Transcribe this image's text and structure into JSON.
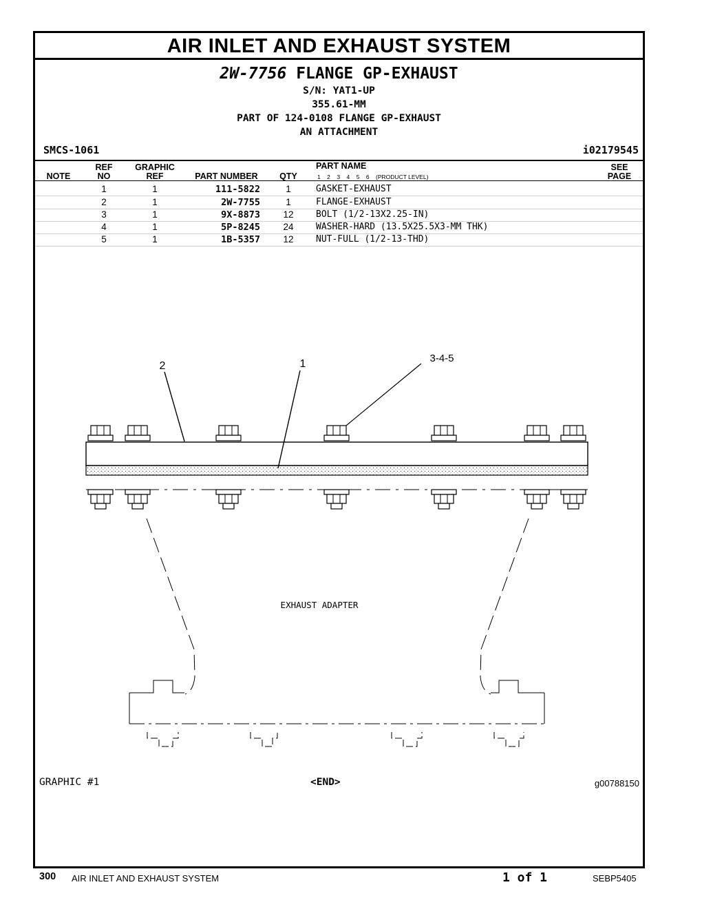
{
  "header": {
    "title": "AIR INLET AND EXHAUST SYSTEM",
    "part_number": "2W-7756",
    "part_desc": "FLANGE GP-EXHAUST",
    "serial": "S/N: YAT1-UP",
    "size": "355.61-MM",
    "part_of": "PART OF 124-0108 FLANGE GP-EXHAUST",
    "attachment": "AN ATTACHMENT",
    "smcs": "SMCS-1061",
    "illustration_id": "i02179545"
  },
  "table": {
    "headers": {
      "note": "NOTE",
      "ref_top": "REF",
      "ref_bottom": "NO",
      "gref_top": "GRAPHIC",
      "gref_bottom": "REF",
      "part_number": "PART NUMBER",
      "qty": "QTY",
      "part_name": "PART NAME",
      "levels": "1    2    3    4    5    6    (PRODUCT LEVEL)",
      "see_top": "SEE",
      "see_bottom": "PAGE"
    },
    "rows": [
      {
        "ref": "1",
        "gref": "1",
        "pn": "111-5822",
        "qty": "1",
        "name": "GASKET-EXHAUST"
      },
      {
        "ref": "2",
        "gref": "1",
        "pn": "2W-7755",
        "qty": "1",
        "name": "FLANGE-EXHAUST"
      },
      {
        "ref": "3",
        "gref": "1",
        "pn": "9X-8873",
        "qty": "12",
        "name": "BOLT (1/2-13X2.25-IN)"
      },
      {
        "ref": "4",
        "gref": "1",
        "pn": "5P-8245",
        "qty": "24",
        "name": "WASHER-HARD (13.5X25.5X3-MM THK)"
      },
      {
        "ref": "5",
        "gref": "1",
        "pn": "1B-5357",
        "qty": "12",
        "name": "NUT-FULL (1/2-13-THD)"
      }
    ]
  },
  "graphic": {
    "callout_2": "2",
    "callout_1": "1",
    "callout_345": "3-4-5",
    "adapter_label": "EXHAUST ADAPTER",
    "label": "GRAPHIC #1",
    "end": "<END>",
    "id": "g00788150"
  },
  "footer": {
    "page": "300",
    "section": "AIR INLET AND EXHAUST SYSTEM",
    "page_of": "1 of 1",
    "doc": "SEBP5405"
  }
}
